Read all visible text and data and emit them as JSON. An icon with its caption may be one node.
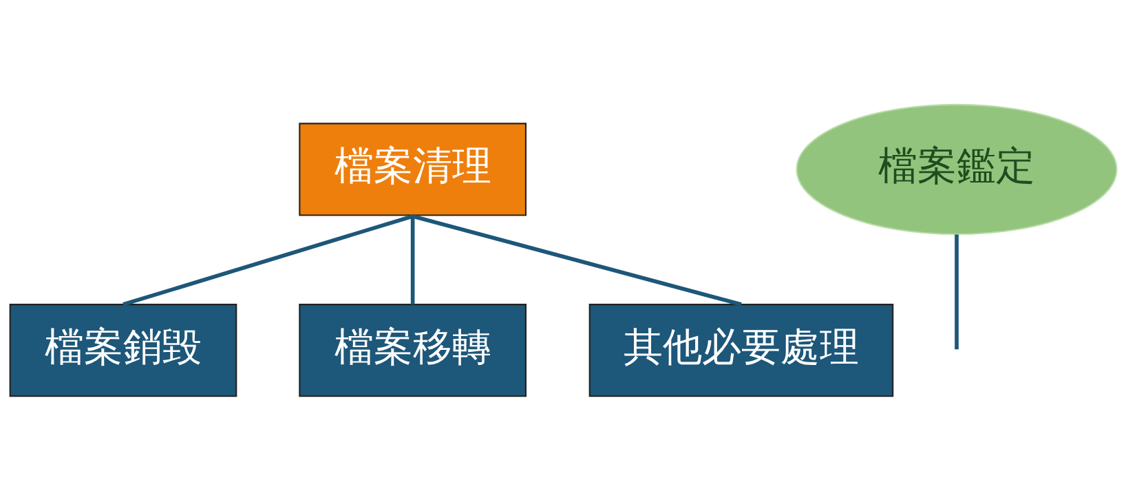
{
  "diagram": {
    "nodes": [
      {
        "text": [
          "檔案清理"
        ]
      },
      {
        "text": [
          "檔案銷毀"
        ]
      },
      {
        "text": [
          "檔案移轉"
        ]
      },
      {
        "text": [
          "其他必要處理"
        ]
      },
      {
        "text": [
          "檔案鑑定"
        ]
      }
    ],
    "edges": [
      {
        "from": 0,
        "to": 1,
        "arrow": "none"
      },
      {
        "from": 0,
        "to": 2,
        "arrow": "none"
      },
      {
        "from": 0,
        "to": 3,
        "arrow": "none"
      },
      {
        "from": 4,
        "to": null,
        "arrow": "none"
      }
    ]
  }
}
